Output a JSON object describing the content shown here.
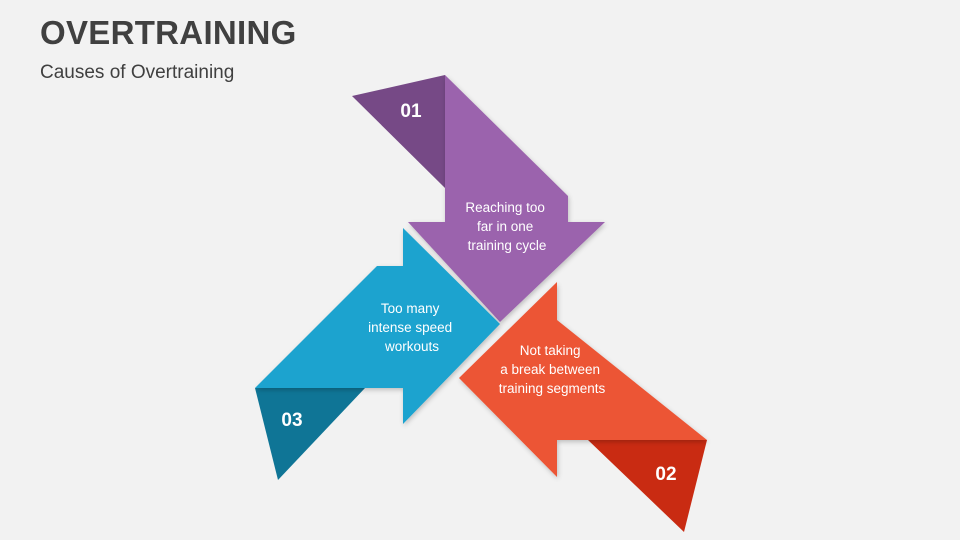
{
  "slide": {
    "title": "OVERTRAINING",
    "subtitle": "Causes of Overtraining"
  },
  "items": [
    {
      "number": "01",
      "lines": [
        "Reaching too",
        "far in one",
        "training cycle"
      ],
      "color": "#9b64ad",
      "tab_color": "#764986"
    },
    {
      "number": "02",
      "lines": [
        "Not taking",
        "a break between",
        "training segments"
      ],
      "color": "#ec5434",
      "tab_color": "#c92b12"
    },
    {
      "number": "03",
      "lines": [
        "Too many",
        "intense speed",
        "workouts"
      ],
      "color": "#1aa3cf",
      "tab_color": "#0f7596"
    }
  ]
}
